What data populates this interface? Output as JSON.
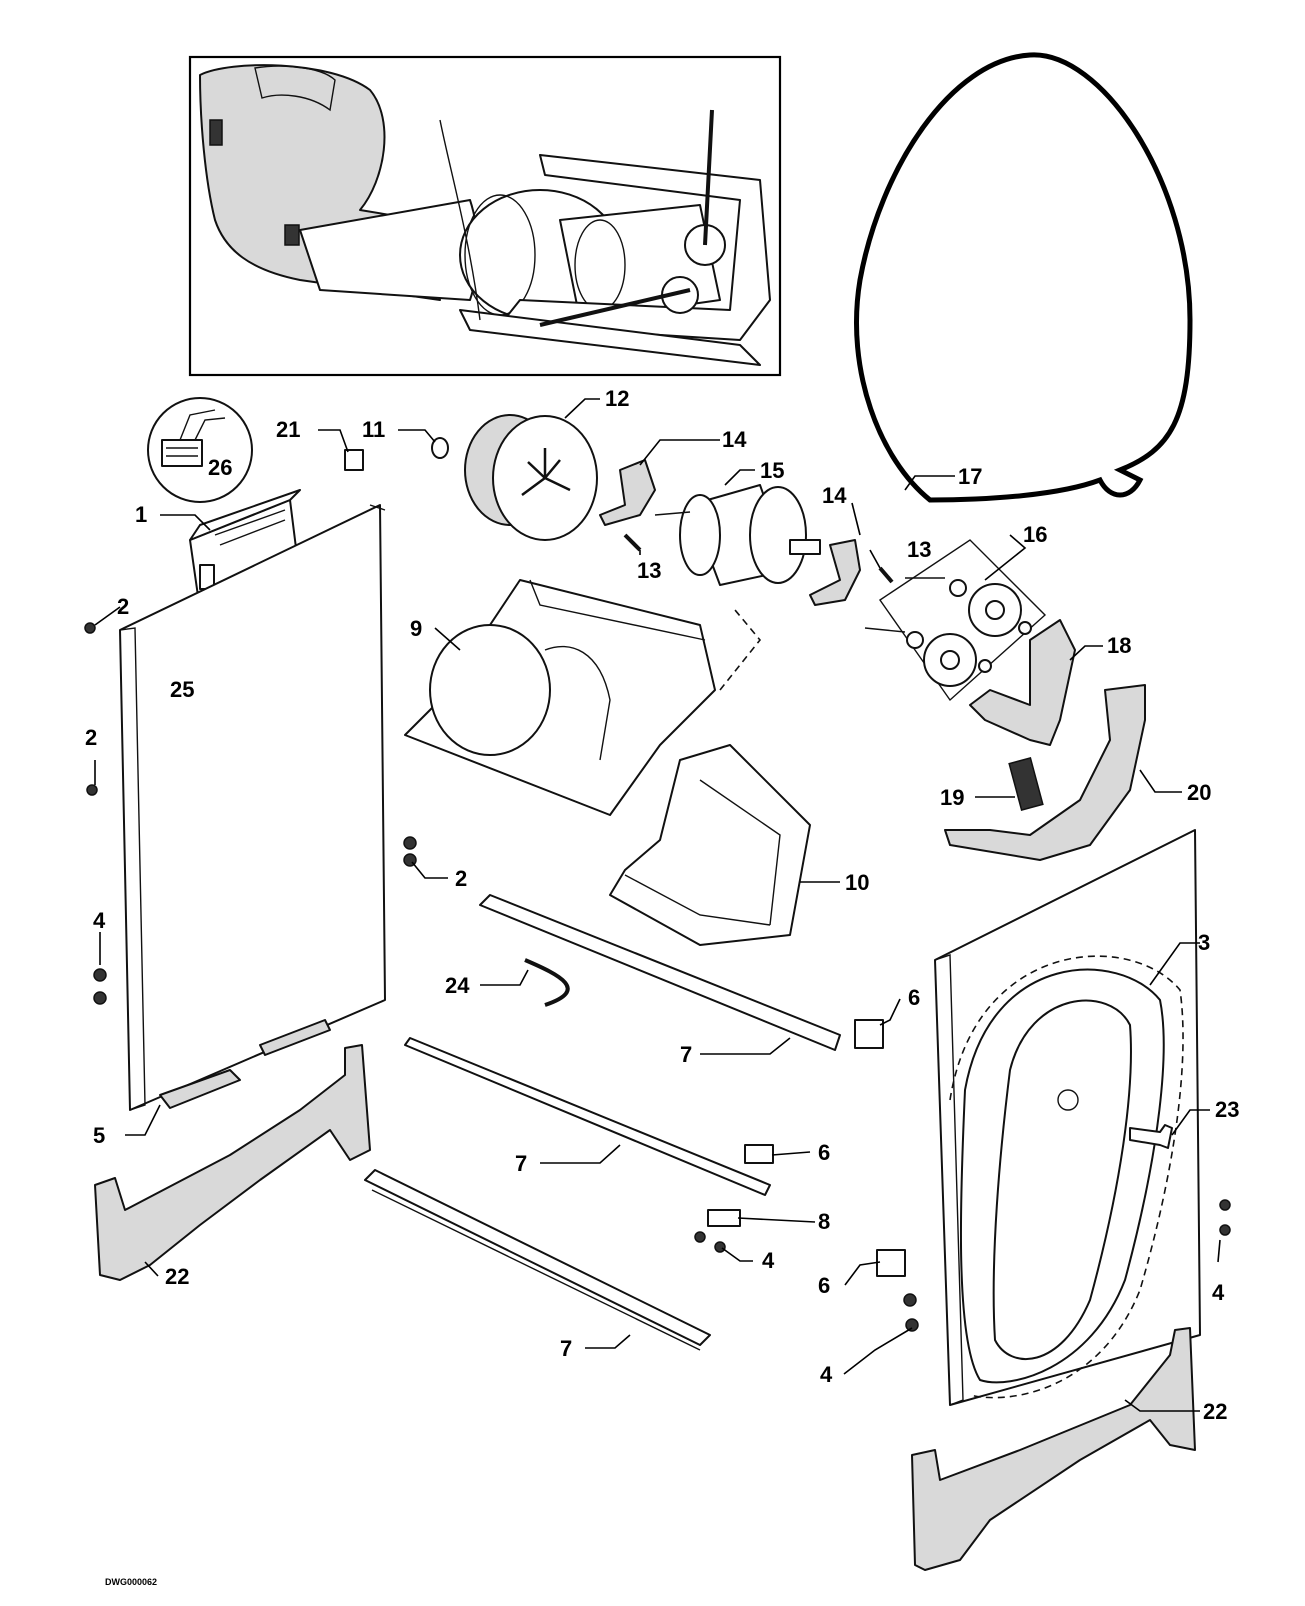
{
  "drawing_code": "DWG000062",
  "callouts": {
    "c1": "1",
    "c2a": "2",
    "c2b": "2",
    "c2c": "2",
    "c3": "3",
    "c4a": "4",
    "c4b": "4",
    "c4c": "4",
    "c4d": "4",
    "c5": "5",
    "c6a": "6",
    "c6b": "6",
    "c6c": "6",
    "c7a": "7",
    "c7b": "7",
    "c7c": "7",
    "c8": "8",
    "c9": "9",
    "c10": "10",
    "c11": "11",
    "c12": "12",
    "c13a": "13",
    "c13b": "13",
    "c14a": "14",
    "c14b": "14",
    "c15": "15",
    "c16": "16",
    "c17": "17",
    "c18": "18",
    "c19": "19",
    "c20": "20",
    "c21": "21",
    "c22a": "22",
    "c22b": "22",
    "c23": "23",
    "c24": "24",
    "c25": "25",
    "c26": "26"
  }
}
